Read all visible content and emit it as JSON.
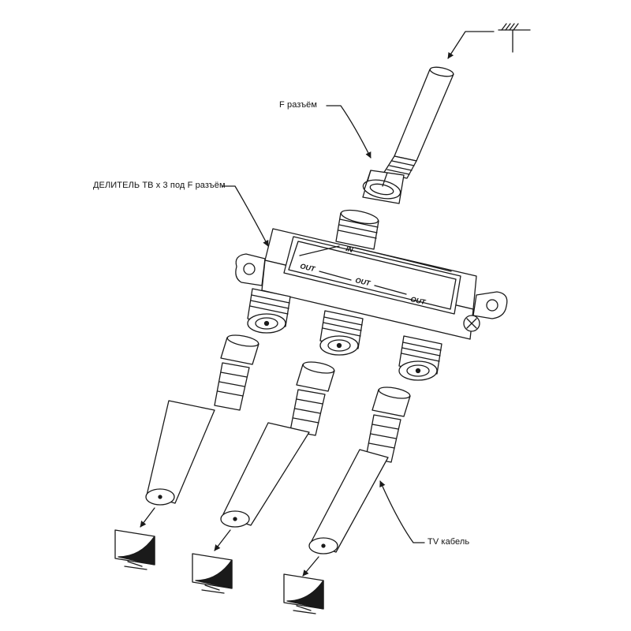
{
  "labels": {
    "f_connector": "F разъём",
    "splitter": "ДЕЛИТЕЛЬ ТВ x 3 под F разъём",
    "tv_cable": "TV кабель"
  },
  "splitter_markings": {
    "in": "IN",
    "out_1": "OUT",
    "out_2": "OUT",
    "out_3": "OUT"
  },
  "colors": {
    "line": "#1a1a1a",
    "fill": "#ffffff"
  }
}
